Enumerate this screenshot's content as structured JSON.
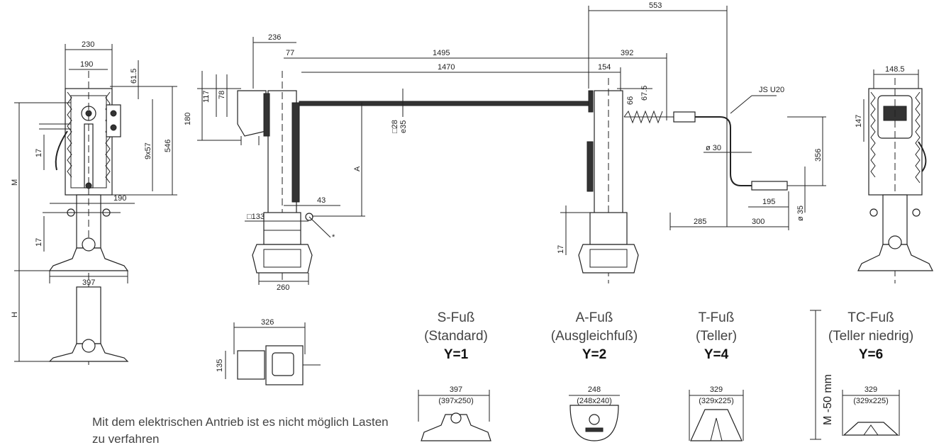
{
  "dims_left": {
    "d230": "230",
    "d190a": "190",
    "d615": "61.5",
    "d9x57": "9x57",
    "d546": "546",
    "d17a": "17",
    "d190b": "190",
    "d17b": "17",
    "d397": "397",
    "M": "M",
    "H": "H"
  },
  "dims_mid": {
    "d236": "236",
    "d77": "77",
    "d117": "117",
    "d78": "78",
    "d180": "180",
    "d1495": "1495",
    "d1470": "1470",
    "d28": "□28",
    "e35": "e35",
    "A": "A",
    "d43": "43",
    "d133": "□133",
    "star": "*",
    "d260": "260",
    "d326": "326",
    "d135": "135"
  },
  "dims_right": {
    "d553": "553",
    "d392": "392",
    "d154": "154",
    "d66": "66",
    "d675": "67.5",
    "jsu20": "JS U20",
    "d30": "ø 30",
    "d356": "356",
    "d195": "195",
    "d35": "ø 35",
    "d285": "285",
    "d300": "300",
    "d17c": "17",
    "d1485": "148.5",
    "d147": "147"
  },
  "feet": [
    {
      "name": "S-Fuß",
      "desc": "(Standard)",
      "code": "Y=1",
      "dim": "397",
      "sub": "(397x250)"
    },
    {
      "name": "A-Fuß",
      "desc": "(Ausgleichfuß)",
      "code": "Y=2",
      "dim": "248",
      "sub": "(248x240)"
    },
    {
      "name": "T-Fuß",
      "desc": "(Teller)",
      "code": "Y=4",
      "dim": "329",
      "sub": "(329x225)"
    },
    {
      "name": "TC-Fuß",
      "desc": "(Teller niedrig)",
      "code": "Y=6",
      "dim": "329",
      "sub": "(329x225)"
    }
  ],
  "tc_height": "M -50 mm",
  "note": "Mit dem elektrischen Antrieb ist es nicht möglich Lasten zu verfahren"
}
